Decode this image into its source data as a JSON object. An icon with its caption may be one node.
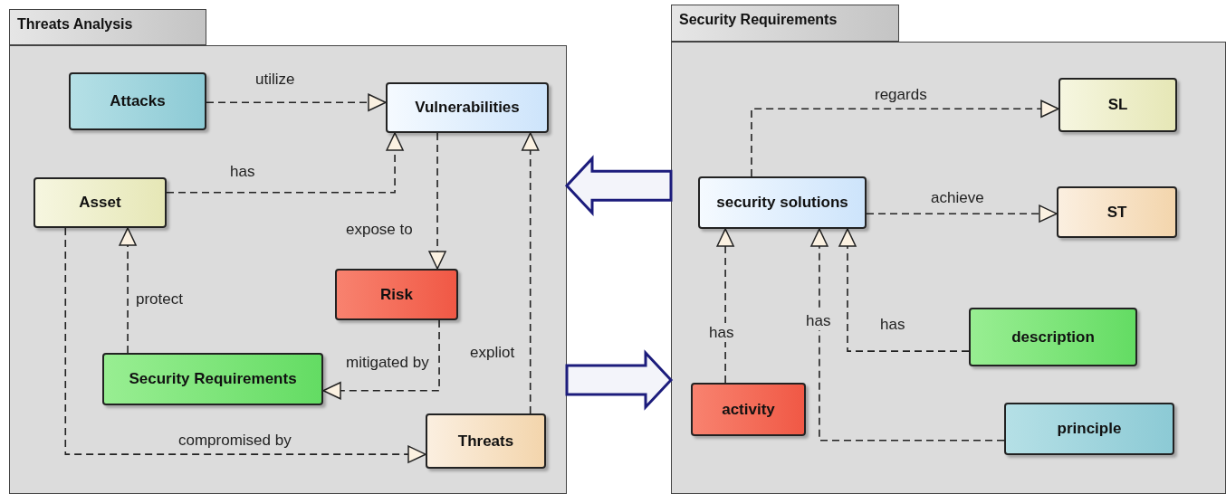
{
  "diagram": {
    "nodes": [
      {
        "text": [
          "Threats Analysis"
        ]
      },
      {
        "text": [
          "Attacks"
        ],
        "in": 0
      },
      {
        "text": [
          "Vulnerabilities"
        ],
        "in": 0
      },
      {
        "text": [
          "Asset"
        ],
        "in": 0
      },
      {
        "text": [
          "Risk"
        ],
        "in": 0
      },
      {
        "text": [
          "Security Requirements"
        ],
        "in": 0
      },
      {
        "text": [
          "Threats"
        ],
        "in": 0
      },
      {
        "text": [
          "Security Requirements"
        ]
      },
      {
        "text": [
          "security solutions"
        ],
        "in": 7
      },
      {
        "text": [
          "SL"
        ],
        "in": 7
      },
      {
        "text": [
          "ST"
        ],
        "in": 7
      },
      {
        "text": [
          "description"
        ],
        "in": 7
      },
      {
        "text": [
          "activity"
        ],
        "in": 7
      },
      {
        "text": [
          "principle"
        ],
        "in": 7
      }
    ],
    "edges": [
      {
        "from": 1,
        "to": 2,
        "arrow": "to",
        "label": "utilize",
        "style": "dashed"
      },
      {
        "from": 3,
        "to": 2,
        "arrow": "to",
        "label": "has",
        "style": "dashed"
      },
      {
        "from": 2,
        "to": 4,
        "arrow": "to",
        "label": "expose to",
        "style": "dashed"
      },
      {
        "from": 4,
        "to": 5,
        "arrow": "to",
        "label": "mitigated by",
        "style": "dashed"
      },
      {
        "from": 5,
        "to": 3,
        "arrow": "to",
        "label": "protect",
        "style": "dashed"
      },
      {
        "from": 3,
        "to": 6,
        "arrow": "to",
        "label": "compromised by",
        "style": "dashed"
      },
      {
        "from": 6,
        "to": 2,
        "arrow": "to",
        "label": "expliot",
        "style": "dashed"
      },
      {
        "from": 8,
        "to": 9,
        "arrow": "to",
        "label": "regards",
        "style": "dashed"
      },
      {
        "from": 8,
        "to": 10,
        "arrow": "to",
        "label": "achieve",
        "style": "dashed"
      },
      {
        "from": 12,
        "to": 8,
        "arrow": "to",
        "label": "has",
        "style": "dashed"
      },
      {
        "from": 13,
        "to": 8,
        "arrow": "to",
        "label": "has",
        "style": "dashed"
      },
      {
        "from": 11,
        "to": 8,
        "arrow": "to",
        "label": "has",
        "style": "dashed"
      },
      {
        "from": 7,
        "to": 0,
        "arrow": "to",
        "style": "thick",
        "color": "#1c1c7c"
      },
      {
        "from": 0,
        "to": 7,
        "arrow": "to",
        "style": "thick",
        "color": "#1c1c7c"
      }
    ]
  }
}
